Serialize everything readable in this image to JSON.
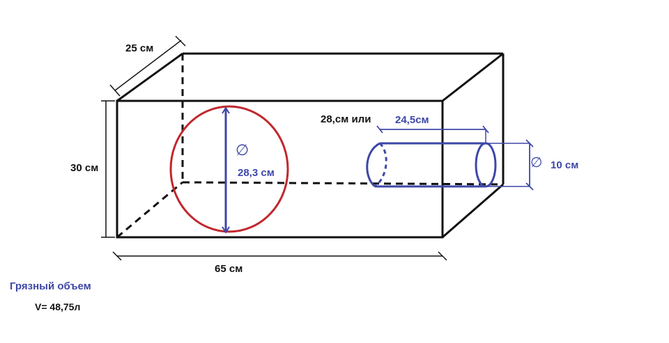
{
  "labels": {
    "depth": "25 см",
    "height": "30 см",
    "width": "65 см",
    "port_length_alt": "28,см или",
    "port_length": "24,5см",
    "circle_diameter": "28,3 см",
    "port_diameter": "10 см",
    "diameter_symbol": "∅"
  },
  "volume": {
    "title": "Грязный объем",
    "value": "V= 48,75л"
  },
  "colors": {
    "box_lines": "#111111",
    "circle": "#c0282d",
    "port": "#3d47a8"
  }
}
